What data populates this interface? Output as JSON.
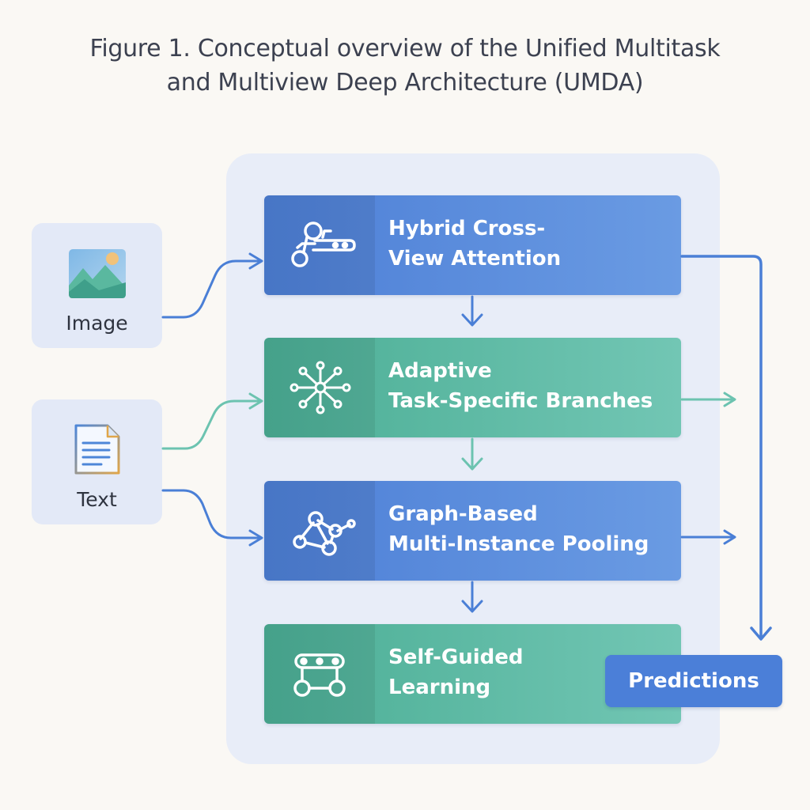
{
  "figure": {
    "title_line1": "Figure 1. Conceptual overview of the Unified Multitask",
    "title_line2": "and Multiview Deep Architecture (UMDA)"
  },
  "inputs": [
    {
      "label": "Image",
      "icon": "image-icon"
    },
    {
      "label": "Text",
      "icon": "document-icon"
    }
  ],
  "modules": [
    {
      "line1": "Hybrid Cross-",
      "line2": "View Attention",
      "icon": "attention-key-icon",
      "color": "#5a8bdc"
    },
    {
      "line1": "Adaptive",
      "line2": "Task-Specific Branches",
      "icon": "branch-network-icon",
      "color": "#5fbba3"
    },
    {
      "line1": "Graph-Based",
      "line2": "Multi-Instance Pooling",
      "icon": "graph-nodes-icon",
      "color": "#5a8bdc"
    },
    {
      "line1": "Self-Guided",
      "line2": "Learning",
      "icon": "self-guided-loop-icon",
      "color": "#5fbba3"
    }
  ],
  "output": {
    "label": "Predictions",
    "color": "#4b7fd8"
  },
  "colors": {
    "blue_arrow": "#4a7fd6",
    "green_arrow": "#6cc3b0",
    "background": "#faf8f4",
    "panel": "#e8edf8"
  }
}
